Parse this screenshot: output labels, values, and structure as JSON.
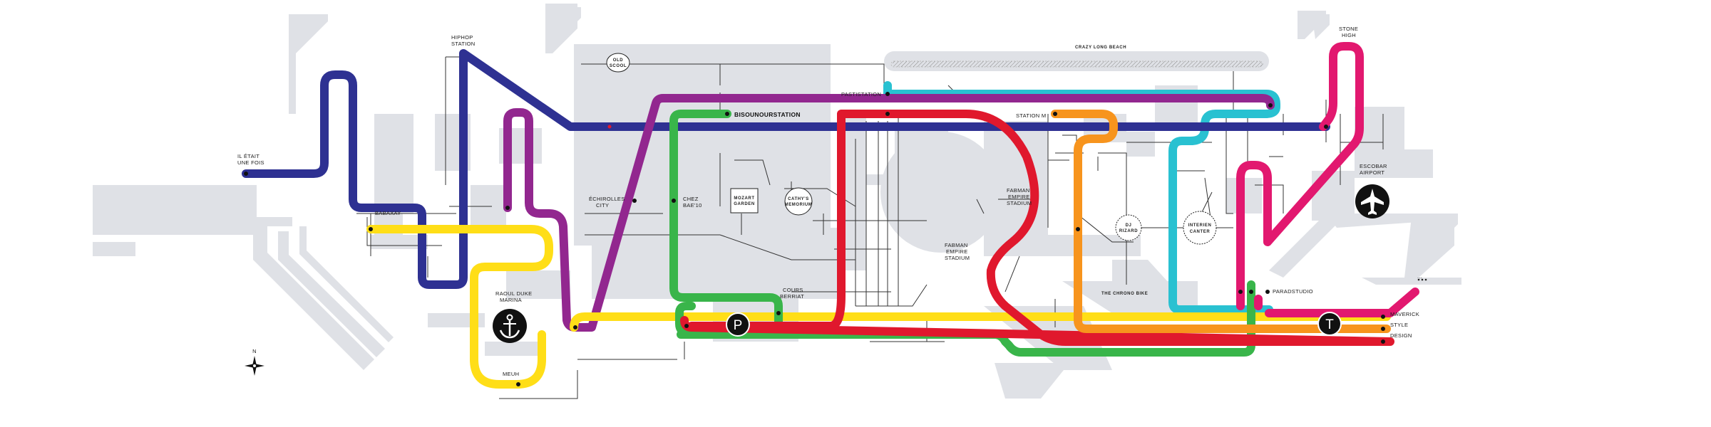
{
  "colors": {
    "navy": "#2e3192",
    "purple": "#92278f",
    "yellow": "#ffde17",
    "green": "#39b54a",
    "red": "#e0182d",
    "cyan": "#29c1d1",
    "orange": "#f7941d",
    "pink": "#e2186f",
    "background_blocks": "#dfe1e6"
  },
  "stations": {
    "il_etat_1": "IL ÉTAIT",
    "il_etat_2": "UNE FOIS",
    "hiphop_1": "HIPHOP",
    "hiphop_2": "STATION",
    "babaxay": "BABAXAY",
    "raoul_1": "RAOUL DUKE",
    "raoul_2": "MARINA",
    "meuh": "MEUH",
    "echirolles_1": "ÉCHIROLLES",
    "echirolles_2": "CITY",
    "chez_bae_1": "CHEZ",
    "chez_bae_2": "BAE'10",
    "bisounours": "BISOUNOURSTATION",
    "mozart_1": "MOZART",
    "mozart_2": "GARDEN",
    "cathy_1": "CATHY'S",
    "cathy_2": "MEMORIUM",
    "cours_1": "COURS",
    "cours_2": "BERRIAT",
    "pastistation": "PASTISTATION",
    "station_m": "STATION M",
    "fabman_top_1": "FABMAN",
    "fabman_top_2": "EMPIRE",
    "fabman_top_3": "STADIUM",
    "fabman_low_1": "FABMAN",
    "fabman_low_2": "EMPIRE",
    "fabman_low_3": "STADIUM",
    "dj_1": "DJ",
    "dj_2": "RIZARD",
    "intercanter_1": "INTERIEN",
    "intercanter_2": "CANTER",
    "chrono_bike": "THE CHRONO BIKE",
    "paradstudio": "PARADSTUDIO",
    "stone_1": "STONE",
    "stone_2": "HIGH",
    "escobar_1": "ESCOBAR",
    "escobar_2": "AIRPORT",
    "old_school_1": "OLD",
    "old_school_2": "SCOOL",
    "crazy_long_beach": "CRAZY LONG BEACH",
    "maverick": "MAVERICK",
    "style": "STYLE",
    "design": "DESIGN",
    "ellipsis": "...",
    "compass_n": "N",
    "parking_letter": "P",
    "tram_letter": "T"
  }
}
